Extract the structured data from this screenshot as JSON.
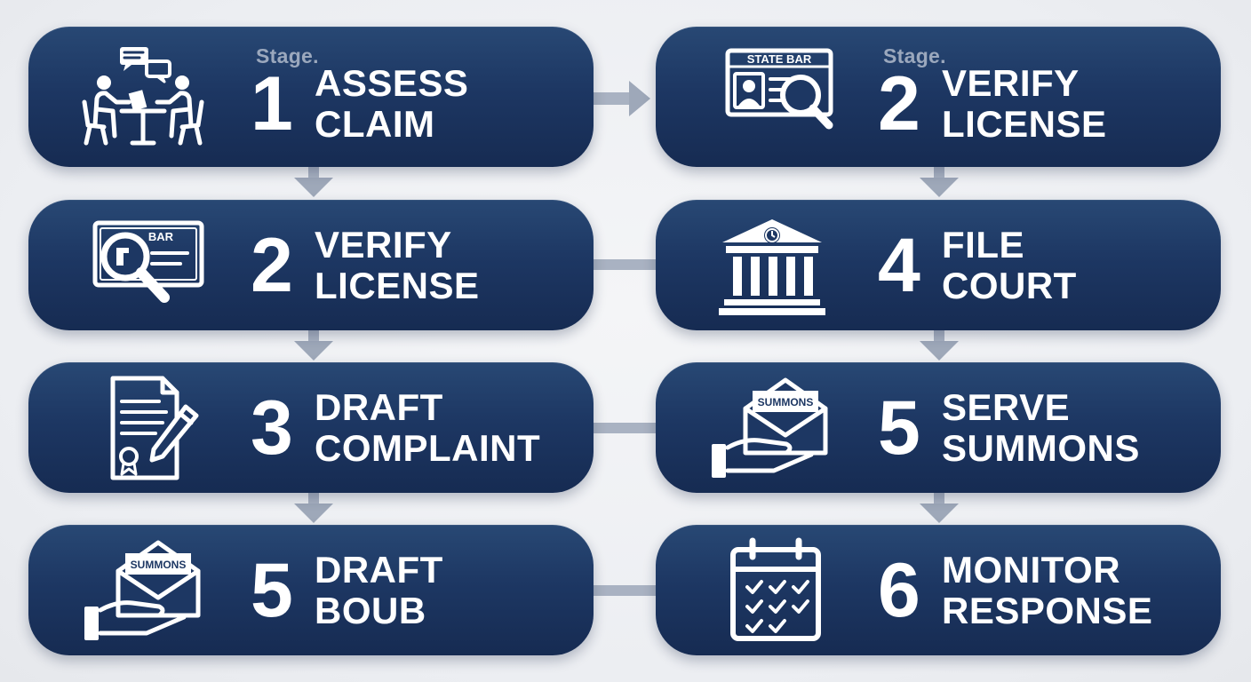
{
  "cards": [
    {
      "stage": "Stage.",
      "number": "1",
      "line1": "ASSESS",
      "line2": "CLAIM",
      "icon": "consultation-icon"
    },
    {
      "stage": "Stage.",
      "number": "2",
      "line1": "VERIFY",
      "line2": "LICENSE",
      "icon": "state-bar-card-icon",
      "icon_text": "STATE BAR"
    },
    {
      "number": "2",
      "line1": "VERIFY",
      "line2": "LICENSE",
      "icon": "license-search-icon",
      "icon_text": "BAR"
    },
    {
      "number": "4",
      "line1": "FILE",
      "line2": "COURT",
      "icon": "courthouse-icon"
    },
    {
      "number": "3",
      "line1": "DRAFT",
      "line2": "COMPLAINT",
      "icon": "document-pen-icon"
    },
    {
      "number": "5",
      "line1": "SERVE",
      "line2": "SUMMONS",
      "icon": "summons-envelope-icon",
      "icon_text": "SUMMONS"
    },
    {
      "number": "5",
      "line1": "DRAFT",
      "line2": "BOUB",
      "icon": "summons-envelope-icon",
      "icon_text": "SUMMONS"
    },
    {
      "number": "6",
      "line1": "MONITOR",
      "line2": "RESPONSE",
      "icon": "calendar-check-icon"
    }
  ],
  "colors": {
    "card_top": "#284874",
    "card_bottom": "#162b52",
    "text": "#ffffff",
    "stage_text": "#9ba8bd",
    "connector": "#a9b2c2",
    "background": "#eceef2"
  }
}
